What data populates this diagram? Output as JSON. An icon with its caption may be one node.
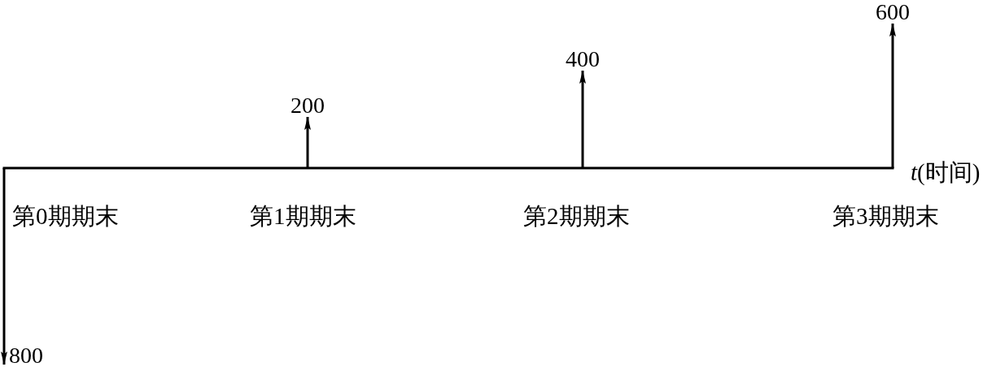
{
  "diagram": {
    "nodes": [
      {
        "text": [
          "800"
        ]
      },
      {
        "text": [
          "200"
        ]
      },
      {
        "text": [
          "400"
        ]
      },
      {
        "text": [
          "600"
        ]
      }
    ],
    "edges": [
      {
        "from": null,
        "to": 0,
        "arrow": "to"
      },
      {
        "from": null,
        "to": 1,
        "arrow": "to"
      },
      {
        "from": null,
        "to": 2,
        "arrow": "to"
      },
      {
        "from": null,
        "to": 3,
        "arrow": "to"
      }
    ],
    "labels": [
      "*t*(时间)",
      "第0期期末",
      "第1期期末",
      "第2期期末",
      "第3期期末"
    ]
  }
}
